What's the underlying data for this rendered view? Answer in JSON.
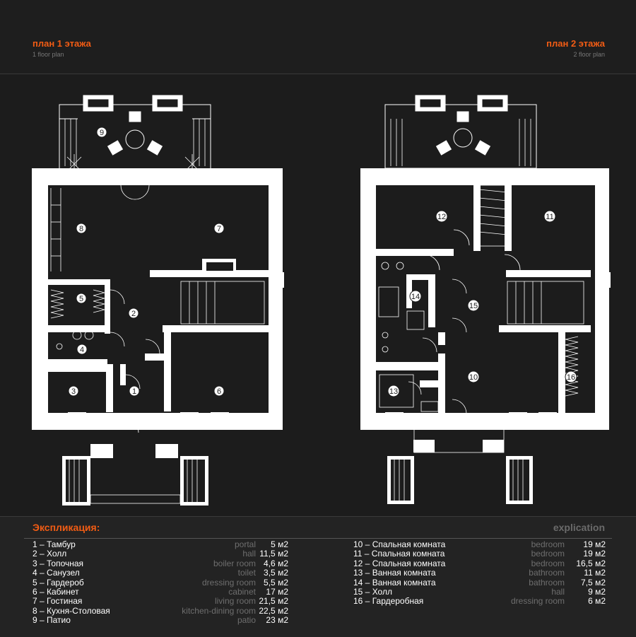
{
  "header": {
    "plan1_title": "план 1 этажа",
    "plan1_subtitle": "1 floor plan",
    "plan2_title": "план 2 этажа",
    "plan2_subtitle": "2 floor plan"
  },
  "plan1": {
    "labels": [
      "9",
      "8",
      "7",
      "5",
      "2",
      "4",
      "3",
      "1",
      "6"
    ]
  },
  "plan2": {
    "labels": [
      "12",
      "11",
      "14",
      "15",
      "10",
      "13",
      "16"
    ]
  },
  "explication": {
    "title": "Экспликация:",
    "title_en": "explication",
    "left": [
      {
        "name": "1 – Тамбур",
        "en": "portal",
        "area": "5 м2"
      },
      {
        "name": "2 – Холл",
        "en": "hall",
        "area": "11,5 м2"
      },
      {
        "name": "3 – Топочная",
        "en": "boiler room",
        "area": "4,6 м2"
      },
      {
        "name": "4 – Санузел",
        "en": "toilet",
        "area": "3,5 м2"
      },
      {
        "name": "5 – Гардероб",
        "en": "dressing room",
        "area": "5,5 м2"
      },
      {
        "name": "6 – Кабинет",
        "en": "cabinet",
        "area": "17 м2"
      },
      {
        "name": "7 – Гостиная",
        "en": "living room",
        "area": "21,5 м2"
      },
      {
        "name": "8 – Кухня-Столовая",
        "en": "kitchen-dining room",
        "area": "22,5 м2"
      },
      {
        "name": "9 – Патио",
        "en": "patio",
        "area": "23 м2"
      }
    ],
    "right": [
      {
        "name": "10 – Спальная комната",
        "en": "bedroom",
        "area": "19 м2"
      },
      {
        "name": "11 – Спальная комната",
        "en": "bedroom",
        "area": "19 м2"
      },
      {
        "name": "12 – Спальная комната",
        "en": "bedroom",
        "area": "16,5 м2"
      },
      {
        "name": "13 – Ванная комната",
        "en": "bathroom",
        "area": "11 м2"
      },
      {
        "name": "14 – Ванная комната",
        "en": "bathroom",
        "area": "7,5 м2"
      },
      {
        "name": "15 – Холл",
        "en": "hall",
        "area": "9 м2"
      },
      {
        "name": "16 – Гардеробная",
        "en": "dressing room",
        "area": "6 м2"
      }
    ]
  }
}
